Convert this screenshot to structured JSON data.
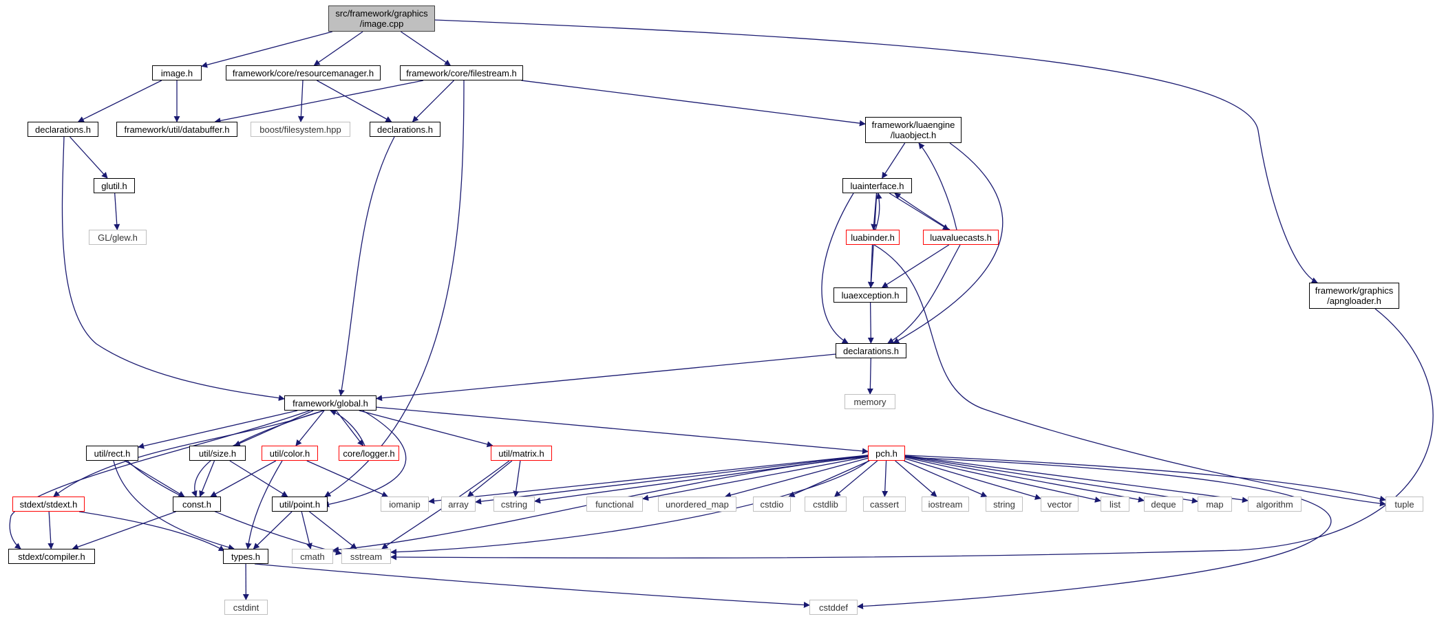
{
  "colors": {
    "edge": "#191970",
    "border_normal": "#000000",
    "border_incomplete": "#ff0000",
    "border_external": "#bfbfbf",
    "root_fill": "#bfbfbf"
  },
  "nodes": [
    {
      "id": "root",
      "label": "src/framework/graphics\n/image.cpp",
      "style": "root"
    },
    {
      "id": "image_h",
      "label": "image.h",
      "style": "normal"
    },
    {
      "id": "resmgr",
      "label": "framework/core/resourcemanager.h",
      "style": "normal"
    },
    {
      "id": "filestream",
      "label": "framework/core/filestream.h",
      "style": "normal"
    },
    {
      "id": "decl_g",
      "label": "declarations.h",
      "style": "normal"
    },
    {
      "id": "databuffer",
      "label": "framework/util/databuffer.h",
      "style": "normal"
    },
    {
      "id": "boostfs",
      "label": "boost/filesystem.hpp",
      "style": "gray"
    },
    {
      "id": "decl_c",
      "label": "declarations.h",
      "style": "normal"
    },
    {
      "id": "luaobject",
      "label": "framework/luaengine\n/luaobject.h",
      "style": "normal"
    },
    {
      "id": "glutil",
      "label": "glutil.h",
      "style": "normal"
    },
    {
      "id": "glew",
      "label": "GL/glew.h",
      "style": "gray"
    },
    {
      "id": "luainterface",
      "label": "luainterface.h",
      "style": "normal"
    },
    {
      "id": "luabinder",
      "label": "luabinder.h",
      "style": "red"
    },
    {
      "id": "luavaluecasts",
      "label": "luavaluecasts.h",
      "style": "red"
    },
    {
      "id": "luaexception",
      "label": "luaexception.h",
      "style": "normal"
    },
    {
      "id": "apngloader",
      "label": "framework/graphics\n/apngloader.h",
      "style": "normal"
    },
    {
      "id": "decl_l",
      "label": "declarations.h",
      "style": "normal"
    },
    {
      "id": "memory",
      "label": "memory",
      "style": "gray"
    },
    {
      "id": "global",
      "label": "framework/global.h",
      "style": "normal"
    },
    {
      "id": "rect",
      "label": "util/rect.h",
      "style": "normal"
    },
    {
      "id": "size",
      "label": "util/size.h",
      "style": "normal"
    },
    {
      "id": "color",
      "label": "util/color.h",
      "style": "red"
    },
    {
      "id": "logger",
      "label": "core/logger.h",
      "style": "red"
    },
    {
      "id": "matrix",
      "label": "util/matrix.h",
      "style": "red"
    },
    {
      "id": "pch",
      "label": "pch.h",
      "style": "red"
    },
    {
      "id": "stdext",
      "label": "stdext/stdext.h",
      "style": "red"
    },
    {
      "id": "const",
      "label": "const.h",
      "style": "normal"
    },
    {
      "id": "point",
      "label": "util/point.h",
      "style": "normal"
    },
    {
      "id": "iomanip",
      "label": "iomanip",
      "style": "gray"
    },
    {
      "id": "array",
      "label": "array",
      "style": "gray"
    },
    {
      "id": "cstring",
      "label": "cstring",
      "style": "gray"
    },
    {
      "id": "functional",
      "label": "functional",
      "style": "gray"
    },
    {
      "id": "unordered_map",
      "label": "unordered_map",
      "style": "gray"
    },
    {
      "id": "cstdio",
      "label": "cstdio",
      "style": "gray"
    },
    {
      "id": "cstdlib",
      "label": "cstdlib",
      "style": "gray"
    },
    {
      "id": "cassert",
      "label": "cassert",
      "style": "gray"
    },
    {
      "id": "iostream",
      "label": "iostream",
      "style": "gray"
    },
    {
      "id": "string",
      "label": "string",
      "style": "gray"
    },
    {
      "id": "vector",
      "label": "vector",
      "style": "gray"
    },
    {
      "id": "list",
      "label": "list",
      "style": "gray"
    },
    {
      "id": "deque",
      "label": "deque",
      "style": "gray"
    },
    {
      "id": "map",
      "label": "map",
      "style": "gray"
    },
    {
      "id": "algorithm",
      "label": "algorithm",
      "style": "gray"
    },
    {
      "id": "tuple",
      "label": "tuple",
      "style": "gray"
    },
    {
      "id": "compiler",
      "label": "stdext/compiler.h",
      "style": "normal"
    },
    {
      "id": "types",
      "label": "types.h",
      "style": "normal"
    },
    {
      "id": "cmath",
      "label": "cmath",
      "style": "gray"
    },
    {
      "id": "sstream",
      "label": "sstream",
      "style": "gray"
    },
    {
      "id": "cstdint",
      "label": "cstdint",
      "style": "gray"
    },
    {
      "id": "cstddef",
      "label": "cstddef",
      "style": "gray"
    }
  ],
  "edges": [
    [
      "root",
      "image_h"
    ],
    [
      "root",
      "resmgr"
    ],
    [
      "root",
      "filestream"
    ],
    [
      "root",
      "apngloader"
    ],
    [
      "image_h",
      "decl_g"
    ],
    [
      "image_h",
      "databuffer"
    ],
    [
      "resmgr",
      "boostfs"
    ],
    [
      "resmgr",
      "decl_c"
    ],
    [
      "filestream",
      "databuffer"
    ],
    [
      "filestream",
      "decl_c"
    ],
    [
      "filestream",
      "luaobject"
    ],
    [
      "filestream",
      "point"
    ],
    [
      "decl_g",
      "glutil"
    ],
    [
      "decl_g",
      "global"
    ],
    [
      "glutil",
      "glew"
    ],
    [
      "decl_c",
      "global"
    ],
    [
      "luaobject",
      "luainterface"
    ],
    [
      "luaobject",
      "decl_l"
    ],
    [
      "luainterface",
      "luabinder"
    ],
    [
      "luainterface",
      "luavaluecasts"
    ],
    [
      "luainterface",
      "luaexception"
    ],
    [
      "luainterface",
      "decl_l"
    ],
    [
      "luabinder",
      "luainterface"
    ],
    [
      "luabinder",
      "luaexception"
    ],
    [
      "luabinder",
      "tuple"
    ],
    [
      "luavaluecasts",
      "luainterface"
    ],
    [
      "luavaluecasts",
      "luaobject"
    ],
    [
      "luavaluecasts",
      "luaexception"
    ],
    [
      "luavaluecasts",
      "decl_l"
    ],
    [
      "luaexception",
      "decl_l"
    ],
    [
      "decl_l",
      "memory"
    ],
    [
      "decl_l",
      "global"
    ],
    [
      "apngloader",
      "sstream"
    ],
    [
      "global",
      "rect"
    ],
    [
      "global",
      "size"
    ],
    [
      "global",
      "color"
    ],
    [
      "global",
      "logger"
    ],
    [
      "global",
      "matrix"
    ],
    [
      "global",
      "pch"
    ],
    [
      "global",
      "stdext"
    ],
    [
      "global",
      "const"
    ],
    [
      "global",
      "point"
    ],
    [
      "global",
      "compiler"
    ],
    [
      "logger",
      "global"
    ],
    [
      "rect",
      "const"
    ],
    [
      "rect",
      "types"
    ],
    [
      "rect",
      "sstream"
    ],
    [
      "size",
      "const"
    ],
    [
      "size",
      "point"
    ],
    [
      "color",
      "const"
    ],
    [
      "color",
      "types"
    ],
    [
      "color",
      "iomanip"
    ],
    [
      "matrix",
      "array"
    ],
    [
      "matrix",
      "cstring"
    ],
    [
      "matrix",
      "sstream"
    ],
    [
      "stdext",
      "compiler"
    ],
    [
      "stdext",
      "types"
    ],
    [
      "const",
      "compiler"
    ],
    [
      "point",
      "types"
    ],
    [
      "point",
      "cmath"
    ],
    [
      "point",
      "sstream"
    ],
    [
      "types",
      "cstdint"
    ],
    [
      "types",
      "cstddef"
    ],
    [
      "pch",
      "iomanip"
    ],
    [
      "pch",
      "array"
    ],
    [
      "pch",
      "cstring"
    ],
    [
      "pch",
      "functional"
    ],
    [
      "pch",
      "unordered_map"
    ],
    [
      "pch",
      "cstdio"
    ],
    [
      "pch",
      "cstdlib"
    ],
    [
      "pch",
      "cassert"
    ],
    [
      "pch",
      "iostream"
    ],
    [
      "pch",
      "string"
    ],
    [
      "pch",
      "vector"
    ],
    [
      "pch",
      "list"
    ],
    [
      "pch",
      "deque"
    ],
    [
      "pch",
      "map"
    ],
    [
      "pch",
      "algorithm"
    ],
    [
      "pch",
      "tuple"
    ],
    [
      "pch",
      "cmath"
    ],
    [
      "pch",
      "sstream"
    ],
    [
      "pch",
      "cstddef"
    ]
  ]
}
